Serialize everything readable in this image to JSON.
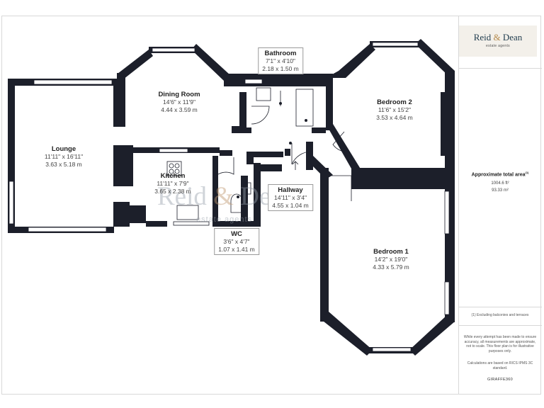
{
  "rooms": {
    "bathroom": {
      "name": "Bathroom",
      "imperial": "7'1\" x 4'10\"",
      "metric": "2.18 x 1.50 m"
    },
    "dining_room": {
      "name": "Dining Room",
      "imperial": "14'6\" x 11'9\"",
      "metric": "4.44 x 3.59 m"
    },
    "bedroom2": {
      "name": "Bedroom 2",
      "imperial": "11'6\" x 15'2\"",
      "metric": "3.53 x 4.64 m"
    },
    "lounge": {
      "name": "Lounge",
      "imperial": "11'11\" x 16'11\"",
      "metric": "3.63 x 5.18 m"
    },
    "kitchen": {
      "name": "Kitchen",
      "imperial": "11'11\" x 7'9\"",
      "metric": "3.65 x 2.38 m"
    },
    "hallway": {
      "name": "Hallway",
      "imperial": "14'11\" x 3'4\"",
      "metric": "4.55 x 1.04 m"
    },
    "wc": {
      "name": "WC",
      "imperial": "3'6\" x 4'7\"",
      "metric": "1.07 x 1.41 m"
    },
    "bedroom1": {
      "name": "Bedroom 1",
      "imperial": "14'2\" x 19'0\"",
      "metric": "4.33 x 5.79 m"
    }
  },
  "brand": {
    "name_left": "Reid",
    "ampersand": "&",
    "name_right": "Dean",
    "tagline": "estate agents"
  },
  "watermark": {
    "name_left": "Reid",
    "ampersand": "&",
    "name_right": "Dean",
    "tagline": "estate agents"
  },
  "area": {
    "title": "Approximate total area",
    "marker": "(1)",
    "sqft": "1004.6 ft²",
    "sqm": "93.33 m²"
  },
  "footnote": "(1) Excluding balconies and terraces",
  "disclaimer": "While every attempt has been made to ensure accuracy, all measurements are approximate, not to scale. This floor plan is for illustrative purposes only.",
  "calculation_note": "Calculations are based on RICS IPMS 3C standard.",
  "provider": "GIRAFFE360",
  "colors": {
    "wall": "#1c1f2a",
    "brand_blue": "#1f3b4d",
    "brand_gold": "#b48a4d",
    "window": "#ffffff"
  }
}
